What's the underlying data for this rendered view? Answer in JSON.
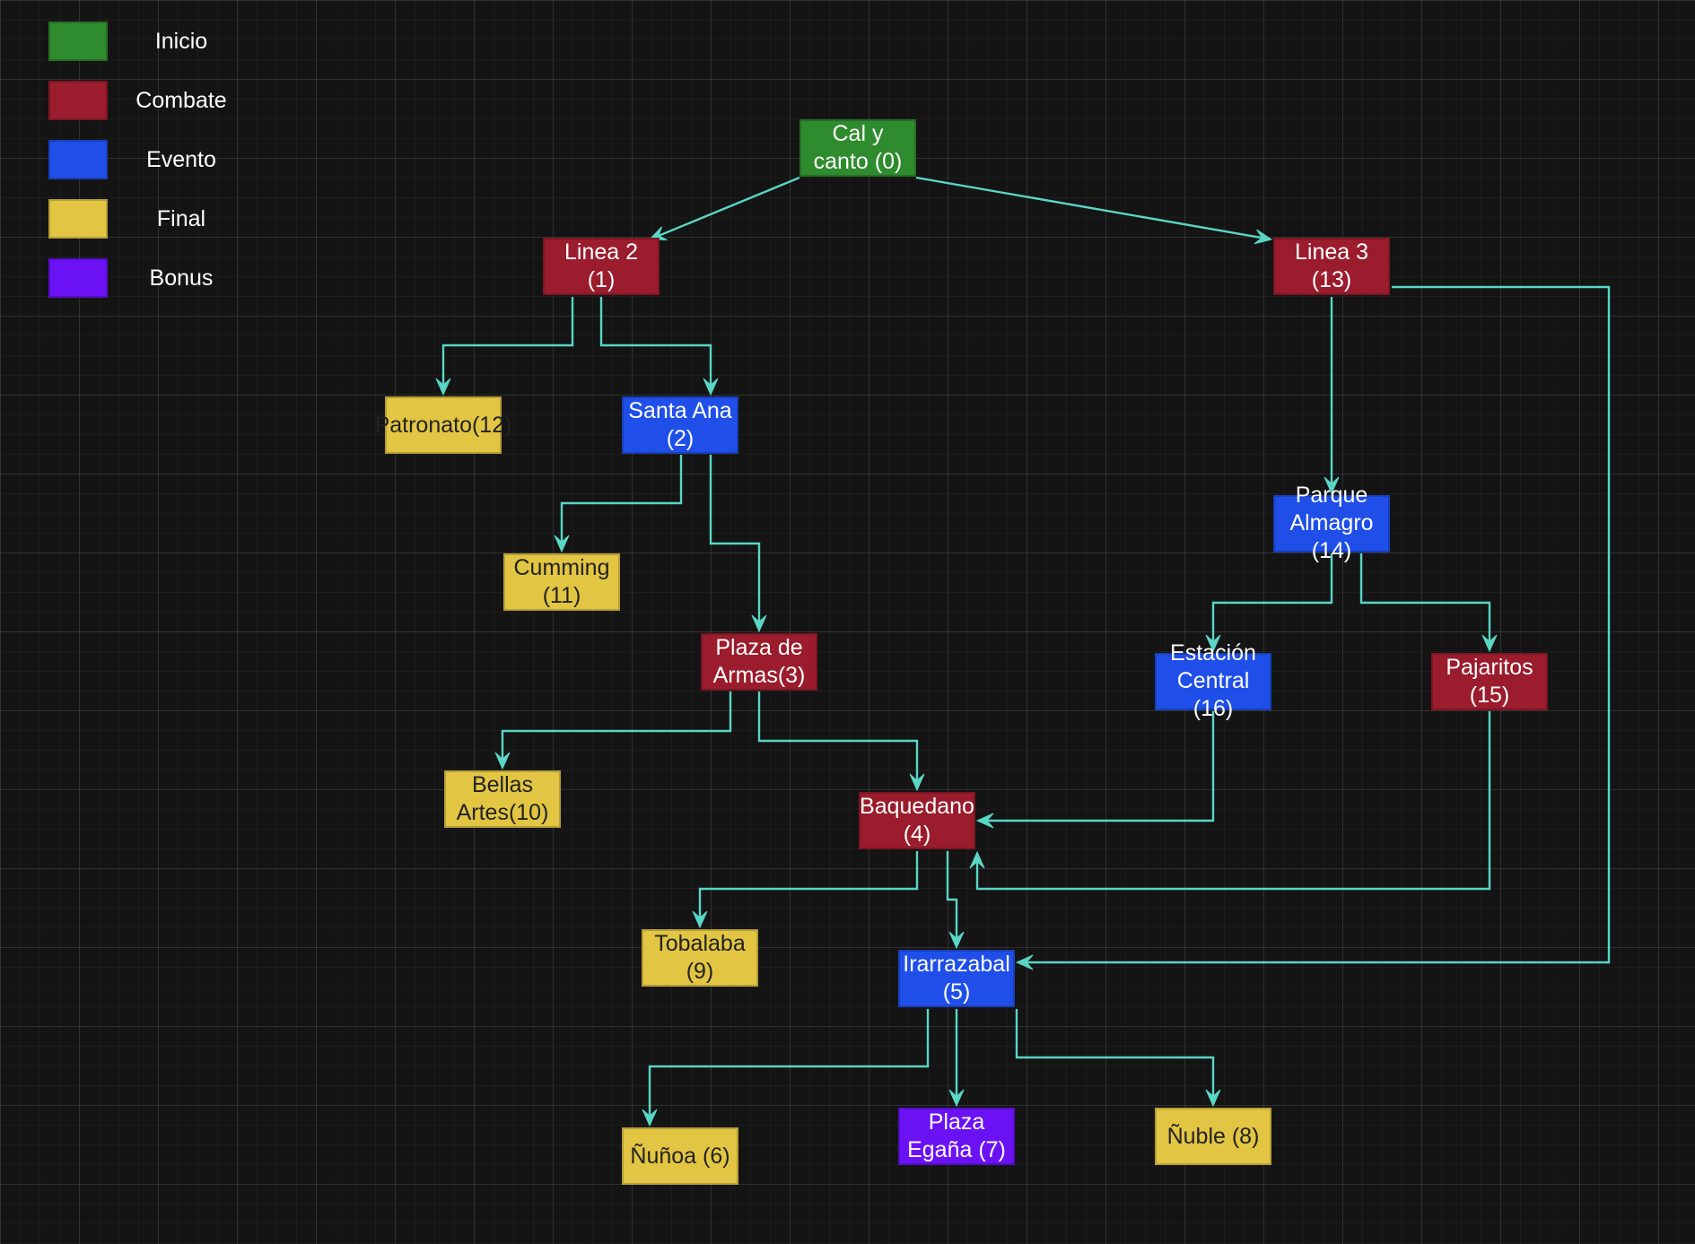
{
  "colors": {
    "inicio": "#2e8b2e",
    "combate": "#9b1c2c",
    "evento": "#1f4fe8",
    "final": "#e2c542",
    "bonus": "#6b12f5",
    "edge": "#59d6c5"
  },
  "legend": [
    {
      "type": "inicio",
      "label": "Inicio"
    },
    {
      "type": "combate",
      "label": "Combate"
    },
    {
      "type": "evento",
      "label": "Evento"
    },
    {
      "type": "final",
      "label": "Final"
    },
    {
      "type": "bonus",
      "label": "Bonus"
    }
  ],
  "nodes": [
    {
      "id": "n0",
      "type": "inicio",
      "label": "Cal y\ncanto (0)"
    },
    {
      "id": "n1",
      "type": "combate",
      "label": "Linea 2\n(1)"
    },
    {
      "id": "n13",
      "type": "combate",
      "label": "Linea 3\n(13)"
    },
    {
      "id": "n12",
      "type": "final",
      "label": "Patronato(12)"
    },
    {
      "id": "n2",
      "type": "evento",
      "label": "Santa Ana\n(2)"
    },
    {
      "id": "n11",
      "type": "final",
      "label": "Cumming\n(11)"
    },
    {
      "id": "n3",
      "type": "combate",
      "label": "Plaza de\nArmas(3)"
    },
    {
      "id": "n14",
      "type": "evento",
      "label": "Parque\nAlmagro\n(14)"
    },
    {
      "id": "n16",
      "type": "evento",
      "label": "Estación\nCentral\n(16)"
    },
    {
      "id": "n15",
      "type": "combate",
      "label": "Pajaritos\n(15)"
    },
    {
      "id": "n10",
      "type": "final",
      "label": "Bellas\nArtes(10)"
    },
    {
      "id": "n4",
      "type": "combate",
      "label": "Baquedano\n(4)"
    },
    {
      "id": "n9",
      "type": "final",
      "label": "Tobalaba\n(9)"
    },
    {
      "id": "n5",
      "type": "evento",
      "label": "Irarrazabal\n(5)"
    },
    {
      "id": "n6",
      "type": "final",
      "label": "Ñuñoa (6)"
    },
    {
      "id": "n7",
      "type": "bonus",
      "label": "Plaza\nEgaña (7)"
    },
    {
      "id": "n8",
      "type": "final",
      "label": "Ñuble (8)"
    }
  ],
  "edges": [
    {
      "from": "n0",
      "to": "n1"
    },
    {
      "from": "n0",
      "to": "n13"
    },
    {
      "from": "n1",
      "to": "n12"
    },
    {
      "from": "n1",
      "to": "n2"
    },
    {
      "from": "n2",
      "to": "n11"
    },
    {
      "from": "n2",
      "to": "n3"
    },
    {
      "from": "n3",
      "to": "n10"
    },
    {
      "from": "n3",
      "to": "n4"
    },
    {
      "from": "n13",
      "to": "n14"
    },
    {
      "from": "n13",
      "to": "n5"
    },
    {
      "from": "n14",
      "to": "n16"
    },
    {
      "from": "n14",
      "to": "n15"
    },
    {
      "from": "n16",
      "to": "n4"
    },
    {
      "from": "n15",
      "to": "n4"
    },
    {
      "from": "n4",
      "to": "n9"
    },
    {
      "from": "n4",
      "to": "n5"
    },
    {
      "from": "n5",
      "to": "n6"
    },
    {
      "from": "n5",
      "to": "n7"
    },
    {
      "from": "n5",
      "to": "n8"
    }
  ]
}
